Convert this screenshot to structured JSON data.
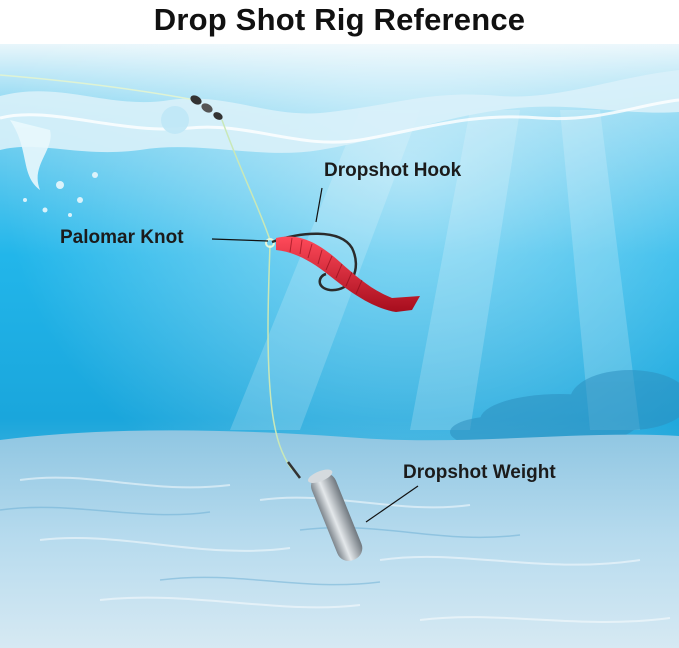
{
  "title": "Drop Shot Rig Reference",
  "labels": {
    "hook": "Dropshot Hook",
    "knot": "Palomar Knot",
    "weight": "Dropshot Weight"
  },
  "colors": {
    "water_top": "#2aa9d9",
    "water_mid": "#1fb4e8",
    "sand": "#b9d9ea",
    "lure": "#d4192e",
    "weight": "#b8bec4"
  }
}
